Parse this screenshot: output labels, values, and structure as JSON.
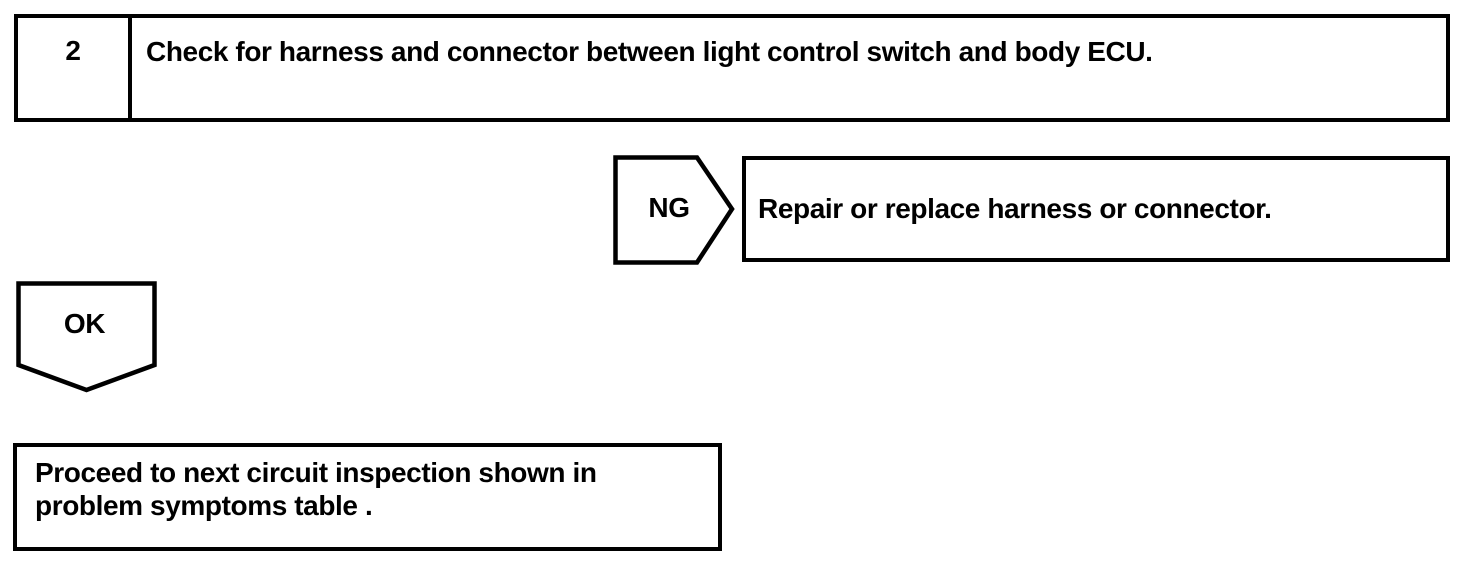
{
  "page": {
    "background_color": "#ffffff",
    "line_color": "#000000",
    "text_color": "#000000"
  },
  "step_header": {
    "step_number": "2",
    "instruction": "Check for harness and connector between light control switch and body ECU."
  },
  "ng_branch": {
    "label": "NG",
    "result": "Repair or replace harness or connector."
  },
  "ok_branch": {
    "label": "OK",
    "result_line1": "Proceed to next circuit inspection shown in",
    "result_line2": "problem symptoms table ."
  }
}
